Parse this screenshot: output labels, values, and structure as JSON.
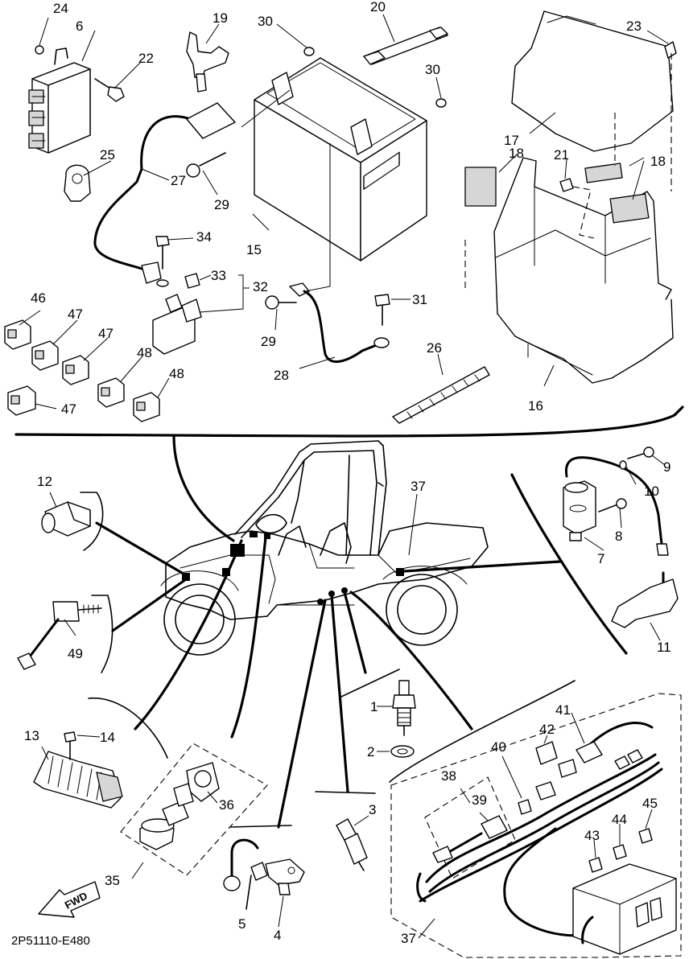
{
  "diagram": {
    "drawing_code": "2P51110-E480",
    "direction_label": "FWD",
    "callouts": [
      "1",
      "2",
      "3",
      "4",
      "5",
      "6",
      "7",
      "8",
      "9",
      "10",
      "11",
      "12",
      "13",
      "14",
      "15",
      "16",
      "17",
      "18",
      "19",
      "20",
      "21",
      "22",
      "23",
      "24",
      "25",
      "26",
      "27",
      "28",
      "29",
      "30",
      "31",
      "32",
      "33",
      "34",
      "35",
      "36",
      "37",
      "38",
      "39",
      "40",
      "41",
      "42",
      "43",
      "44",
      "45",
      "46",
      "47",
      "48",
      "49"
    ]
  }
}
